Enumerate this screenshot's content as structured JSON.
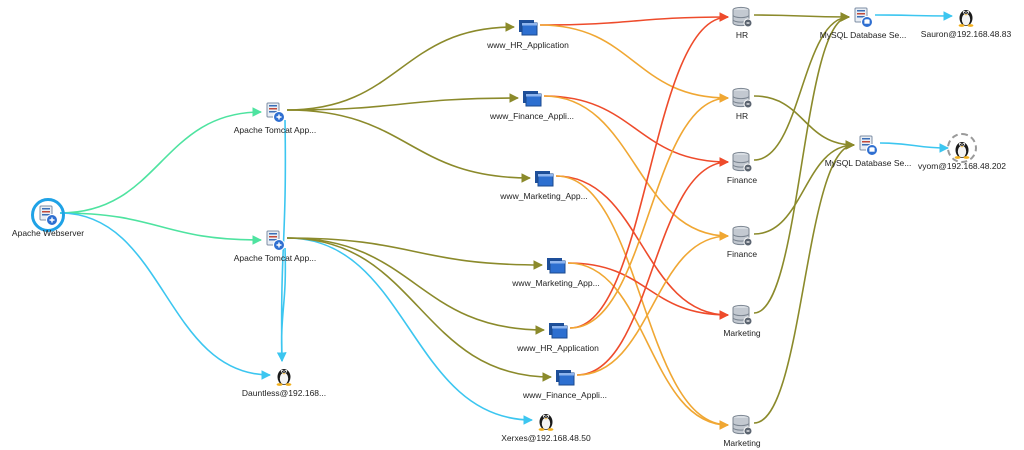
{
  "colors": {
    "webserver_to_tomcat": "#4ee3a0",
    "to_linux_host": "#3cc6f0",
    "tomcat_to_app": "#8b8a2b",
    "app_to_db_light": "#f0a733",
    "app_to_db_red": "#ee4b2b",
    "db_to_mysql": "#8b8a2b",
    "mysql_to_host": "#3cc6f0"
  },
  "nodes": {
    "apache_webserver": {
      "label": "Apache Webserver",
      "icon": "webserver-icon"
    },
    "tomcat_1": {
      "label": "Apache Tomcat App...",
      "icon": "app-server-icon"
    },
    "tomcat_2": {
      "label": "Apache Tomcat App...",
      "icon": "app-server-icon"
    },
    "dauntless": {
      "label": "Dauntless@192.168...",
      "icon": "linux-icon"
    },
    "www_hr_1": {
      "label": "www_HR_Application",
      "icon": "application-icon"
    },
    "www_finance_1": {
      "label": "www_Finance_Appli...",
      "icon": "application-icon"
    },
    "www_marketing_1": {
      "label": "www_Marketing_App...",
      "icon": "application-icon"
    },
    "www_marketing_2": {
      "label": "www_Marketing_App...",
      "icon": "application-icon"
    },
    "www_hr_2": {
      "label": "www_HR_Application",
      "icon": "application-icon"
    },
    "www_finance_2": {
      "label": "www_Finance_Appli...",
      "icon": "application-icon"
    },
    "xerxes": {
      "label": "Xerxes@192.168.48.50",
      "icon": "linux-icon"
    },
    "db_hr_1": {
      "label": "HR",
      "icon": "database-icon"
    },
    "db_hr_2": {
      "label": "HR",
      "icon": "database-icon"
    },
    "db_finance_1": {
      "label": "Finance",
      "icon": "database-icon"
    },
    "db_finance_2": {
      "label": "Finance",
      "icon": "database-icon"
    },
    "db_marketing_1": {
      "label": "Marketing",
      "icon": "database-icon"
    },
    "db_marketing_2": {
      "label": "Marketing",
      "icon": "database-icon"
    },
    "mysql_1": {
      "label": "MySQL Database Se...",
      "icon": "database-server-icon"
    },
    "mysql_2": {
      "label": "MySQL Database Se...",
      "icon": "database-server-icon"
    },
    "sauron": {
      "label": "Sauron@192.168.48.83",
      "icon": "linux-icon"
    },
    "vyom": {
      "label": "vyom@192.168.48.202",
      "icon": "linux-icon"
    }
  },
  "edges": [
    {
      "from": "apache_webserver",
      "to": "tomcat_1",
      "color": "webserver_to_tomcat"
    },
    {
      "from": "apache_webserver",
      "to": "tomcat_2",
      "color": "webserver_to_tomcat"
    },
    {
      "from": "apache_webserver",
      "to": "dauntless",
      "color": "to_linux_host"
    },
    {
      "from": "tomcat_1",
      "to": "dauntless",
      "color": "to_linux_host"
    },
    {
      "from": "tomcat_2",
      "to": "dauntless",
      "color": "to_linux_host"
    },
    {
      "from": "tomcat_2",
      "to": "xerxes",
      "color": "to_linux_host"
    },
    {
      "from": "tomcat_1",
      "to": "www_hr_1",
      "color": "tomcat_to_app"
    },
    {
      "from": "tomcat_1",
      "to": "www_finance_1",
      "color": "tomcat_to_app"
    },
    {
      "from": "tomcat_1",
      "to": "www_marketing_1",
      "color": "tomcat_to_app"
    },
    {
      "from": "tomcat_2",
      "to": "www_marketing_2",
      "color": "tomcat_to_app"
    },
    {
      "from": "tomcat_2",
      "to": "www_hr_2",
      "color": "tomcat_to_app"
    },
    {
      "from": "tomcat_2",
      "to": "www_finance_2",
      "color": "tomcat_to_app"
    },
    {
      "from": "www_hr_1",
      "to": "db_hr_1",
      "color": "app_to_db_red"
    },
    {
      "from": "www_hr_1",
      "to": "db_hr_2",
      "color": "app_to_db_light"
    },
    {
      "from": "www_finance_1",
      "to": "db_finance_1",
      "color": "app_to_db_red"
    },
    {
      "from": "www_finance_1",
      "to": "db_finance_2",
      "color": "app_to_db_light"
    },
    {
      "from": "www_marketing_1",
      "to": "db_marketing_1",
      "color": "app_to_db_red"
    },
    {
      "from": "www_marketing_1",
      "to": "db_marketing_2",
      "color": "app_to_db_light"
    },
    {
      "from": "www_marketing_2",
      "to": "db_marketing_1",
      "color": "app_to_db_red"
    },
    {
      "from": "www_marketing_2",
      "to": "db_marketing_2",
      "color": "app_to_db_light"
    },
    {
      "from": "www_hr_2",
      "to": "db_hr_1",
      "color": "app_to_db_red"
    },
    {
      "from": "www_hr_2",
      "to": "db_hr_2",
      "color": "app_to_db_light"
    },
    {
      "from": "www_finance_2",
      "to": "db_finance_1",
      "color": "app_to_db_red"
    },
    {
      "from": "www_finance_2",
      "to": "db_finance_2",
      "color": "app_to_db_light"
    },
    {
      "from": "db_hr_1",
      "to": "mysql_1",
      "color": "db_to_mysql"
    },
    {
      "from": "db_finance_1",
      "to": "mysql_1",
      "color": "db_to_mysql"
    },
    {
      "from": "db_marketing_1",
      "to": "mysql_1",
      "color": "db_to_mysql"
    },
    {
      "from": "db_hr_2",
      "to": "mysql_2",
      "color": "db_to_mysql"
    },
    {
      "from": "db_finance_2",
      "to": "mysql_2",
      "color": "db_to_mysql"
    },
    {
      "from": "db_marketing_2",
      "to": "mysql_2",
      "color": "db_to_mysql"
    },
    {
      "from": "mysql_1",
      "to": "sauron",
      "color": "mysql_to_host"
    },
    {
      "from": "mysql_2",
      "to": "vyom",
      "color": "mysql_to_host"
    }
  ]
}
